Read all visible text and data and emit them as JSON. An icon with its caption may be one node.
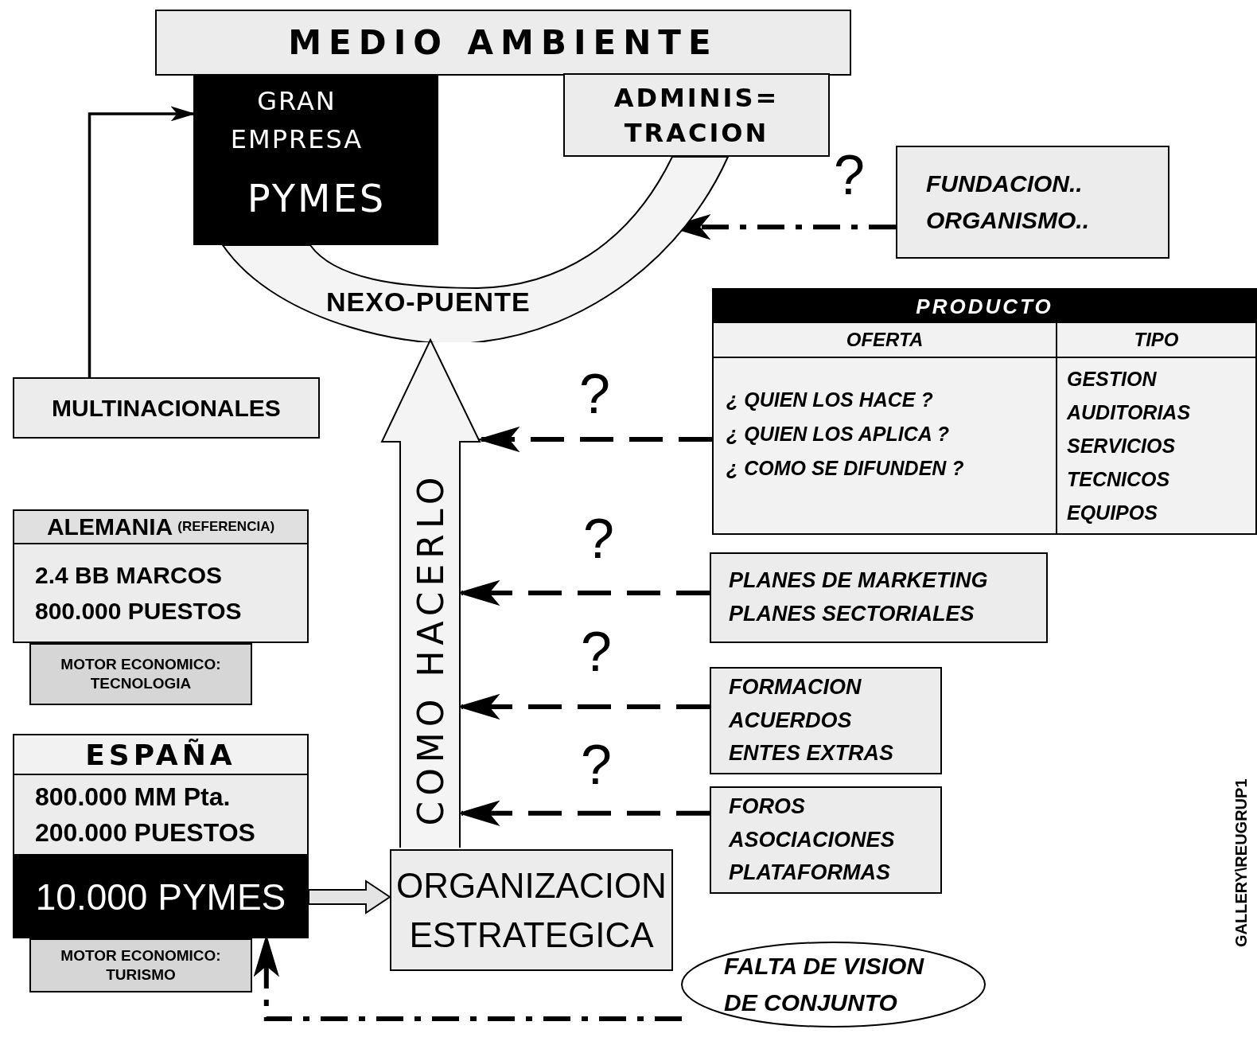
{
  "diagram": {
    "nodes": [
      {
        "text": [
          "MEDIO AMBIENTE"
        ]
      },
      {
        "text": [
          "GRAN EMPRESA",
          "PYMES"
        ]
      },
      {
        "text": [
          "ADMINIS= TRACION"
        ]
      },
      {
        "text": [
          "NEXO-PUENTE"
        ]
      },
      {
        "text": [
          "FUNDACION..",
          "ORGANISMO.."
        ]
      },
      {
        "text": [
          "MULTINACIONALES"
        ]
      },
      {
        "text": [
          "PRODUCTO",
          "OFERTA",
          "TIPO",
          "¿ QUIEN LOS HACE ?",
          "¿ QUIEN LOS APLICA ?",
          "¿ COMO SE DIFUNDEN ?",
          "GESTION",
          "AUDITORIAS",
          "SERVICIOS TECNICOS",
          "EQUIPOS"
        ]
      },
      {
        "text": [
          "COMO HACERLO"
        ]
      },
      {
        "text": [
          "PLANES DE MARKETING",
          "PLANES SECTORIALES"
        ]
      },
      {
        "text": [
          "FORMACION",
          "ACUERDOS",
          "ENTES EXTRAS"
        ]
      },
      {
        "text": [
          "FOROS",
          "ASOCIACIONES",
          "PLATAFORMAS"
        ]
      },
      {
        "text": [
          "ALEMANIA",
          "(REFERENCIA)",
          "2.4 BB MARCOS",
          "800.000 PUESTOS"
        ]
      },
      {
        "text": [
          "MOTOR ECONOMICO: TECNOLOGIA"
        ]
      },
      {
        "text": [
          "ESPAÑA",
          "800.000 MM Pta.",
          "200.000 PUESTOS"
        ]
      },
      {
        "text": [
          "10.000 PYMES"
        ]
      },
      {
        "text": [
          "MOTOR ECONOMICO: TURISMO"
        ]
      },
      {
        "text": [
          "ORGANIZACION",
          "ESTRATEGICA"
        ]
      },
      {
        "text": [
          "FALTA DE VISION DE CONJUNTO"
        ]
      }
    ],
    "edges": [
      {
        "from": 5,
        "to": 1,
        "arrow": "to"
      },
      {
        "from": 4,
        "to": 3,
        "arrow": "to",
        "style": "dashed"
      },
      {
        "from": 6,
        "to": 7,
        "arrow": "to",
        "style": "dashed"
      },
      {
        "from": 8,
        "to": 7,
        "arrow": "to",
        "style": "dashed"
      },
      {
        "from": 9,
        "to": 7,
        "arrow": "to",
        "style": "dashed"
      },
      {
        "from": 10,
        "to": 7,
        "arrow": "to",
        "style": "dashed"
      },
      {
        "from": 14,
        "to": 16,
        "arrow": "to",
        "style": "thick"
      },
      {
        "from": 17,
        "to": 14,
        "arrow": "to",
        "style": "dashed"
      }
    ],
    "labels": [
      "?",
      "?",
      "?",
      "?",
      "?",
      "GALLERY\\REUGRUP1"
    ]
  }
}
